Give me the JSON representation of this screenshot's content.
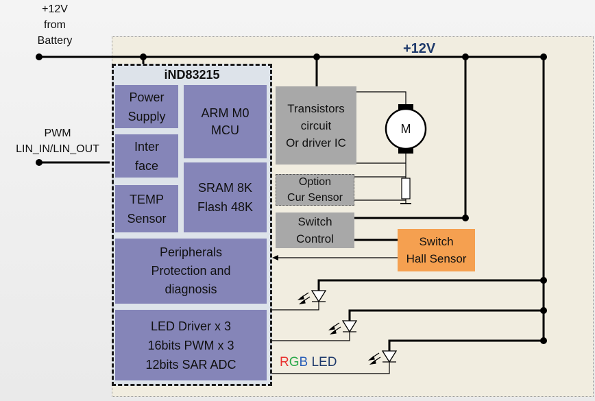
{
  "labels": {
    "battery": "+12V\nfrom\nBattery",
    "pwm": "PWM\nLIN_IN/LIN_OUT",
    "rail": "+12V"
  },
  "chip": {
    "title": "iND83215",
    "power_supply": "Power\nSupply",
    "arm_mcu": "ARM M0\nMCU",
    "interface": "Inter\nface",
    "sram_flash": "SRAM 8K\nFlash 48K",
    "temp_sensor": "TEMP\nSensor",
    "peripherals": "Peripherals\nProtection and\ndiagnosis",
    "led_driver": "LED Driver x 3\n16bits PWM x 3\n12bits SAR ADC"
  },
  "external": {
    "transistors": "Transistors\ncircuit\nOr driver IC",
    "motor_symbol": "M",
    "option_sensor": "Option\nCur Sensor",
    "switch_control": "Switch\nControl",
    "hall_sensor": "Switch\nHall Sensor"
  },
  "rgb_led": {
    "r": "R",
    "g": "G",
    "b": "B",
    "led": " LED",
    "colors": {
      "r": "#e8312f",
      "g": "#2aa84a",
      "b": "#2a5fb8",
      "led": "#1f3a6b"
    }
  }
}
